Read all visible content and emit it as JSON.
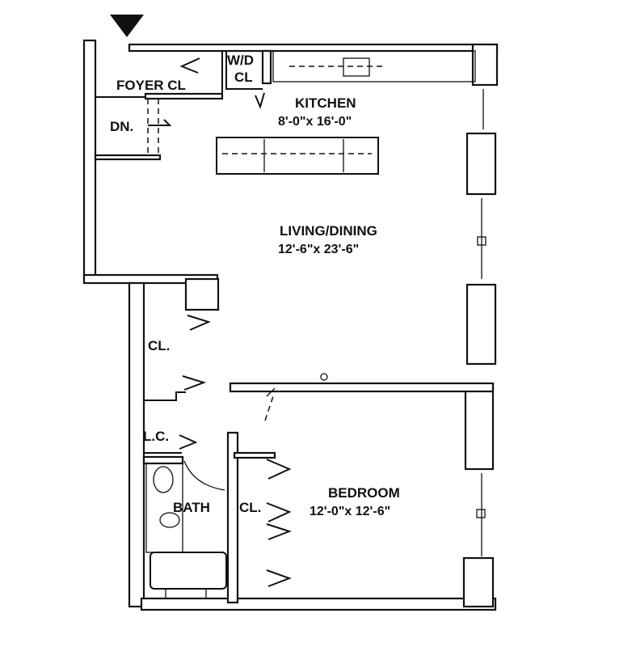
{
  "plan": {
    "rooms": {
      "kitchen": {
        "name": "KITCHEN",
        "size": "8'-0\"x 16'-0\""
      },
      "living": {
        "name": "LIVING/DINING",
        "size": "12'-6\"x 23'-6\""
      },
      "bedroom": {
        "name": "BEDROOM",
        "size": "12'-0\"x 12'-6\""
      },
      "bath": {
        "name": "BATH"
      }
    },
    "labels": {
      "foyer_closet": "FOYER CL",
      "wd_top": "W/D",
      "wd_bottom": "CL",
      "down": "DN.",
      "closet_hall": "CL.",
      "linen_closet": "L.C.",
      "closet_bedroom": "CL."
    },
    "compass_icon": "north-arrow-icon",
    "line_color": "#111111"
  }
}
